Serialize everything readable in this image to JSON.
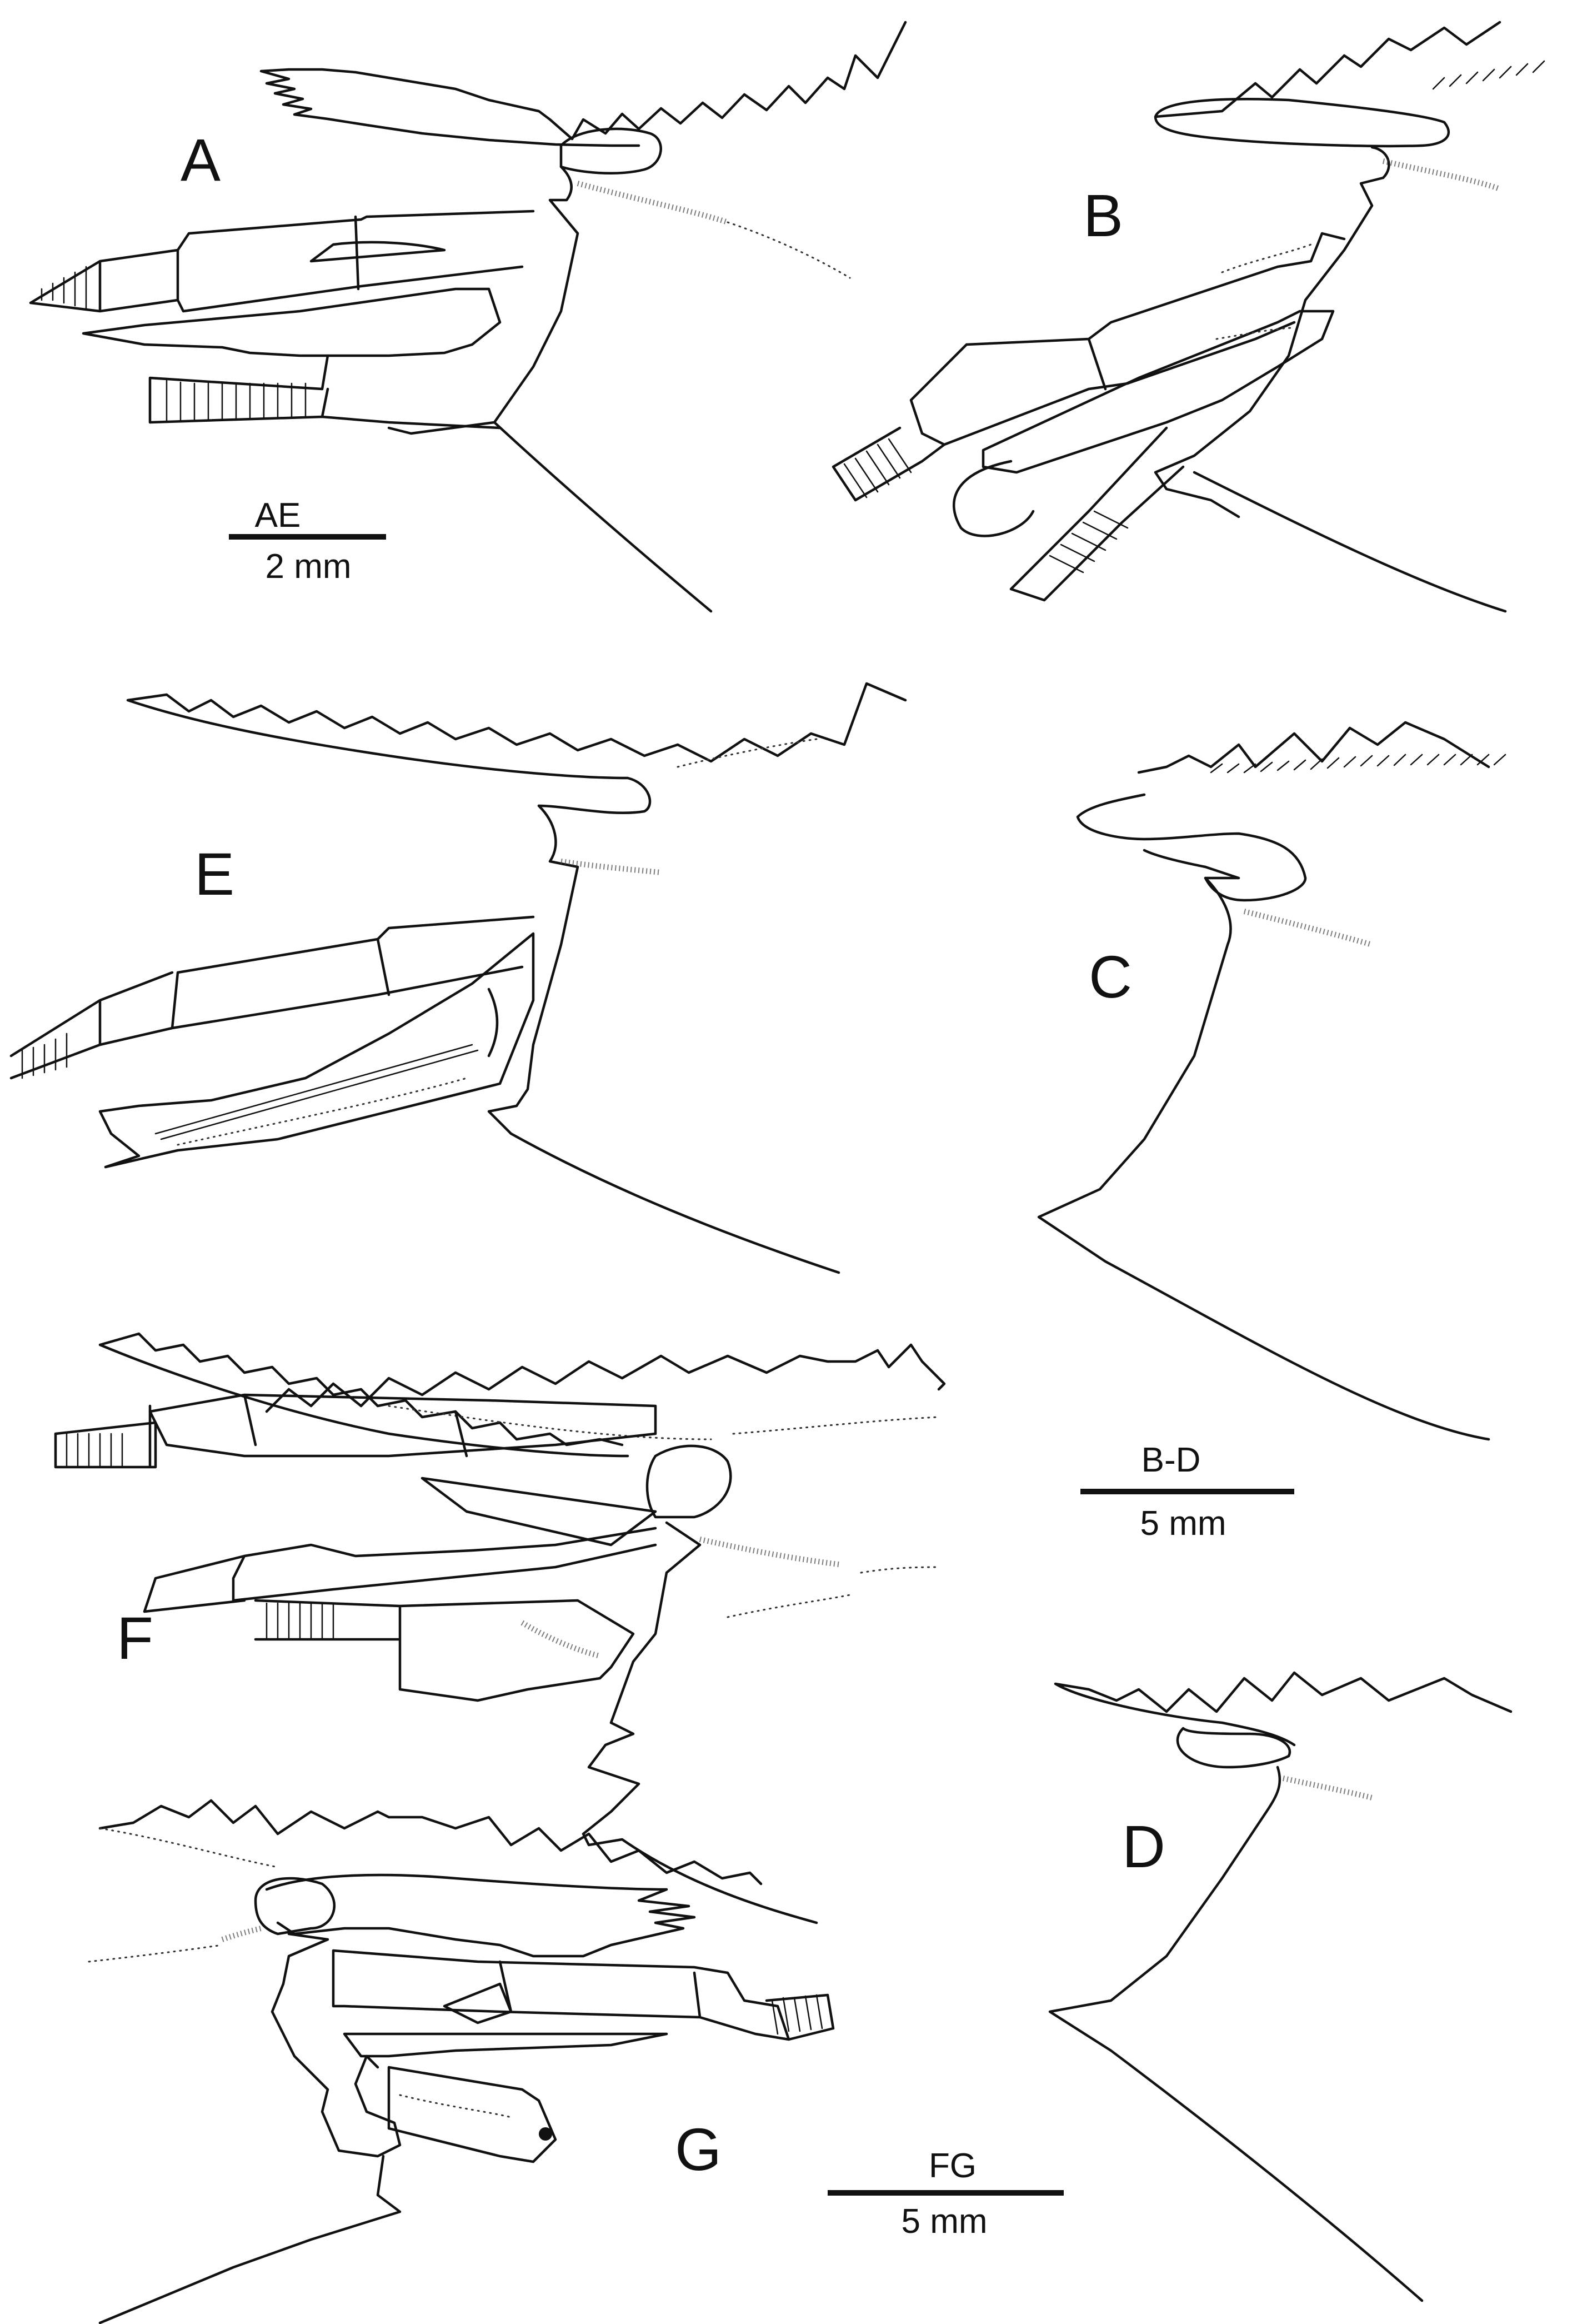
{
  "figure": {
    "panels": [
      {
        "id": "A",
        "label": "A"
      },
      {
        "id": "B",
        "label": "B"
      },
      {
        "id": "C",
        "label": "C"
      },
      {
        "id": "D",
        "label": "D"
      },
      {
        "id": "E",
        "label": "E"
      },
      {
        "id": "F",
        "label": "F"
      },
      {
        "id": "G",
        "label": "G"
      }
    ],
    "scale_bars": [
      {
        "id": "AE",
        "label": "AE",
        "length": "2 mm"
      },
      {
        "id": "B-D",
        "label": "B-D",
        "length": "5 mm"
      },
      {
        "id": "FG",
        "label": "FG",
        "length": "5 mm"
      }
    ]
  }
}
